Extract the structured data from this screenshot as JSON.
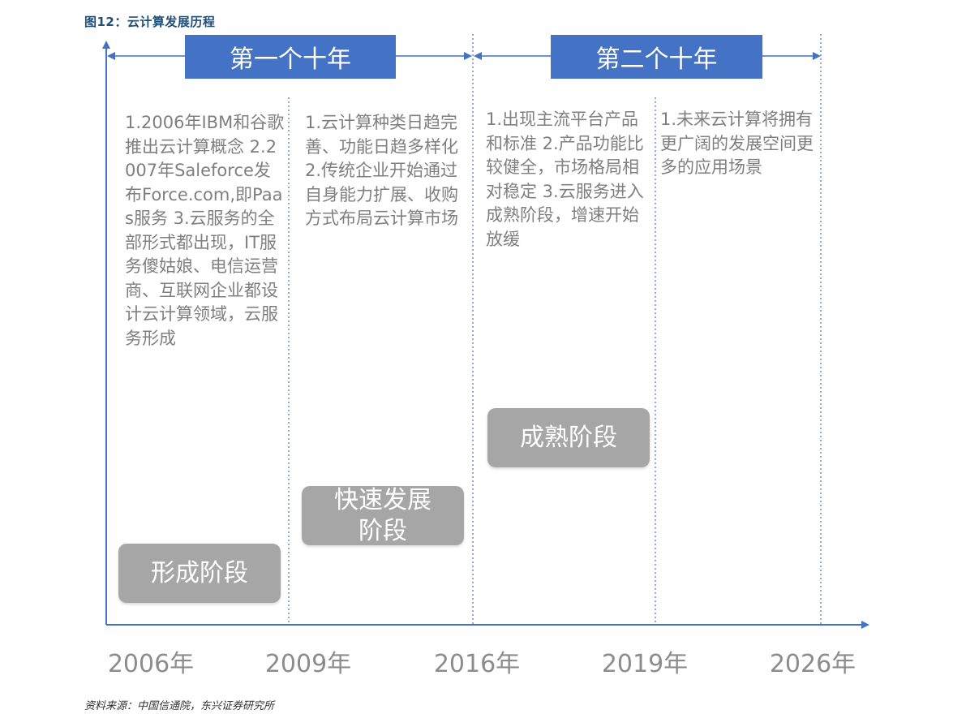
{
  "figure": {
    "title": "图12：云计算发展历程",
    "source": "资料来源：中国信通院，东兴证券研究所"
  },
  "eras": [
    {
      "label": "第一个十年"
    },
    {
      "label": "第二个十年"
    }
  ],
  "columns": [
    {
      "text": "1.2006年IBM和谷歌推出云计算概念 2.2007年Saleforce发布Force.com,即Paas服务 3.云服务的全部形式都出现，IT服务傻姑娘、电信运营商、互联网企业都设计云计算领域，云服务形成"
    },
    {
      "text": "1.云计算种类日趋完善、功能日趋多样化 2.传统企业开始通过自身能力扩展、收购方式布局云计算市场"
    },
    {
      "text": "1.出现主流平台产品和标准 2.产品功能比较健全，市场格局相对稳定 3.云服务进入成熟阶段，增速开始放缓"
    },
    {
      "text": "1.未来云计算将拥有更广阔的发展空间更多的应用场景"
    }
  ],
  "stages": [
    {
      "label": "形成阶段"
    },
    {
      "label": "快速发展阶段"
    },
    {
      "label": "成熟阶段"
    }
  ],
  "years": [
    "2006年",
    "2009年",
    "2016年",
    "2019年",
    "2026年"
  ],
  "colors": {
    "axis": "#4472c4",
    "era_box": "#4472c4",
    "stage_box": "#a6a6a6",
    "text": "#7f7f7f",
    "title": "#1f4e79"
  }
}
